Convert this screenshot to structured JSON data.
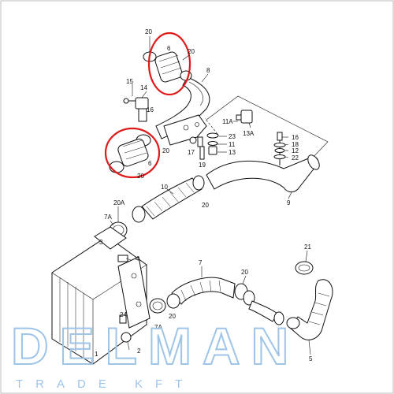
{
  "colors": {
    "highlight": "#e01818",
    "watermark": "#9ec4e8",
    "line": "#111111"
  },
  "watermark": {
    "main": "DELMAN",
    "sub": "TRADE KFT"
  },
  "callouts": [
    {
      "id": "c20a",
      "text": "20"
    },
    {
      "id": "c6a",
      "text": "6"
    },
    {
      "id": "c20b",
      "text": "20"
    },
    {
      "id": "c8",
      "text": "8"
    },
    {
      "id": "c15",
      "text": "15"
    },
    {
      "id": "c14",
      "text": "14"
    },
    {
      "id": "c16a",
      "text": "16"
    },
    {
      "id": "c20c",
      "text": "20"
    },
    {
      "id": "c6b",
      "text": "6"
    },
    {
      "id": "c20d",
      "text": "20"
    },
    {
      "id": "c11a",
      "text": "11A"
    },
    {
      "id": "c13a",
      "text": "13A"
    },
    {
      "id": "c23",
      "text": "23"
    },
    {
      "id": "c11",
      "text": "11"
    },
    {
      "id": "c13",
      "text": "13"
    },
    {
      "id": "c17",
      "text": "17"
    },
    {
      "id": "c19",
      "text": "19"
    },
    {
      "id": "c16b",
      "text": "16"
    },
    {
      "id": "c18",
      "text": "18"
    },
    {
      "id": "c12",
      "text": "12"
    },
    {
      "id": "c22",
      "text": "22"
    },
    {
      "id": "c10",
      "text": "10"
    },
    {
      "id": "c20e",
      "text": "20"
    },
    {
      "id": "c9",
      "text": "9"
    },
    {
      "id": "c20a2",
      "text": "20A"
    },
    {
      "id": "c7a",
      "text": "7A"
    },
    {
      "id": "c3",
      "text": "3"
    },
    {
      "id": "c4",
      "text": "4"
    },
    {
      "id": "c7",
      "text": "7"
    },
    {
      "id": "c20f",
      "text": "20"
    },
    {
      "id": "c21",
      "text": "21"
    },
    {
      "id": "c24",
      "text": "24"
    },
    {
      "id": "c7a2",
      "text": "7A"
    },
    {
      "id": "c20g",
      "text": "20"
    },
    {
      "id": "c1",
      "text": "1"
    },
    {
      "id": "c2",
      "text": "2"
    },
    {
      "id": "c5",
      "text": "5"
    }
  ]
}
